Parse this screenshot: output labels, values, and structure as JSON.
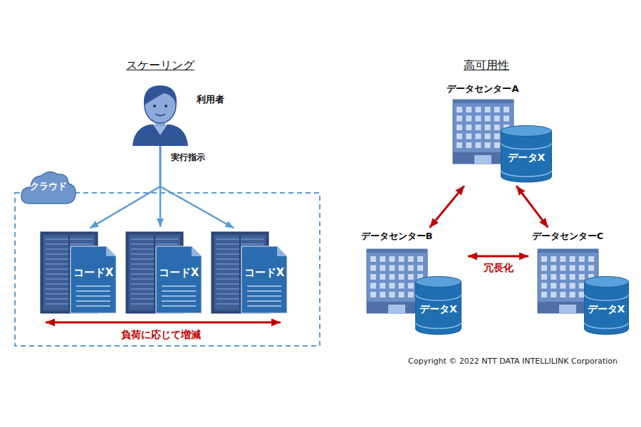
{
  "diagram": {
    "nodes": [
      {
        "text": [
          "利用者"
        ]
      },
      {
        "text": [
          "クラウド"
        ]
      },
      {
        "text": [
          "コードX"
        ],
        "in": 1
      },
      {
        "text": [
          "コードX"
        ],
        "in": 1
      },
      {
        "text": [
          "コードX"
        ],
        "in": 1
      },
      {
        "text": [
          "データセンターA"
        ]
      },
      {
        "text": [
          "データX"
        ],
        "in": 5
      },
      {
        "text": [
          "データセンターB"
        ]
      },
      {
        "text": [
          "データX"
        ],
        "in": 7
      },
      {
        "text": [
          "データセンターC"
        ]
      },
      {
        "text": [
          "データX"
        ],
        "in": 9
      }
    ],
    "edges": [
      {
        "from": 0,
        "to": 2,
        "arrow": "to"
      },
      {
        "from": 0,
        "to": 3,
        "label": "実行指示",
        "arrow": "to"
      },
      {
        "from": 0,
        "to": 4,
        "arrow": "to"
      },
      {
        "from": 5,
        "to": 7,
        "arrow": "both"
      },
      {
        "from": 5,
        "to": 9,
        "arrow": "both"
      },
      {
        "from": 7,
        "to": 9,
        "label": "冗長化",
        "arrow": "both"
      }
    ],
    "labels": [
      "スケーリング",
      "負荷に応じて増減",
      "高可用性",
      "Copyright © 2022 NTT DATA INTELLILINK Corporation"
    ]
  }
}
